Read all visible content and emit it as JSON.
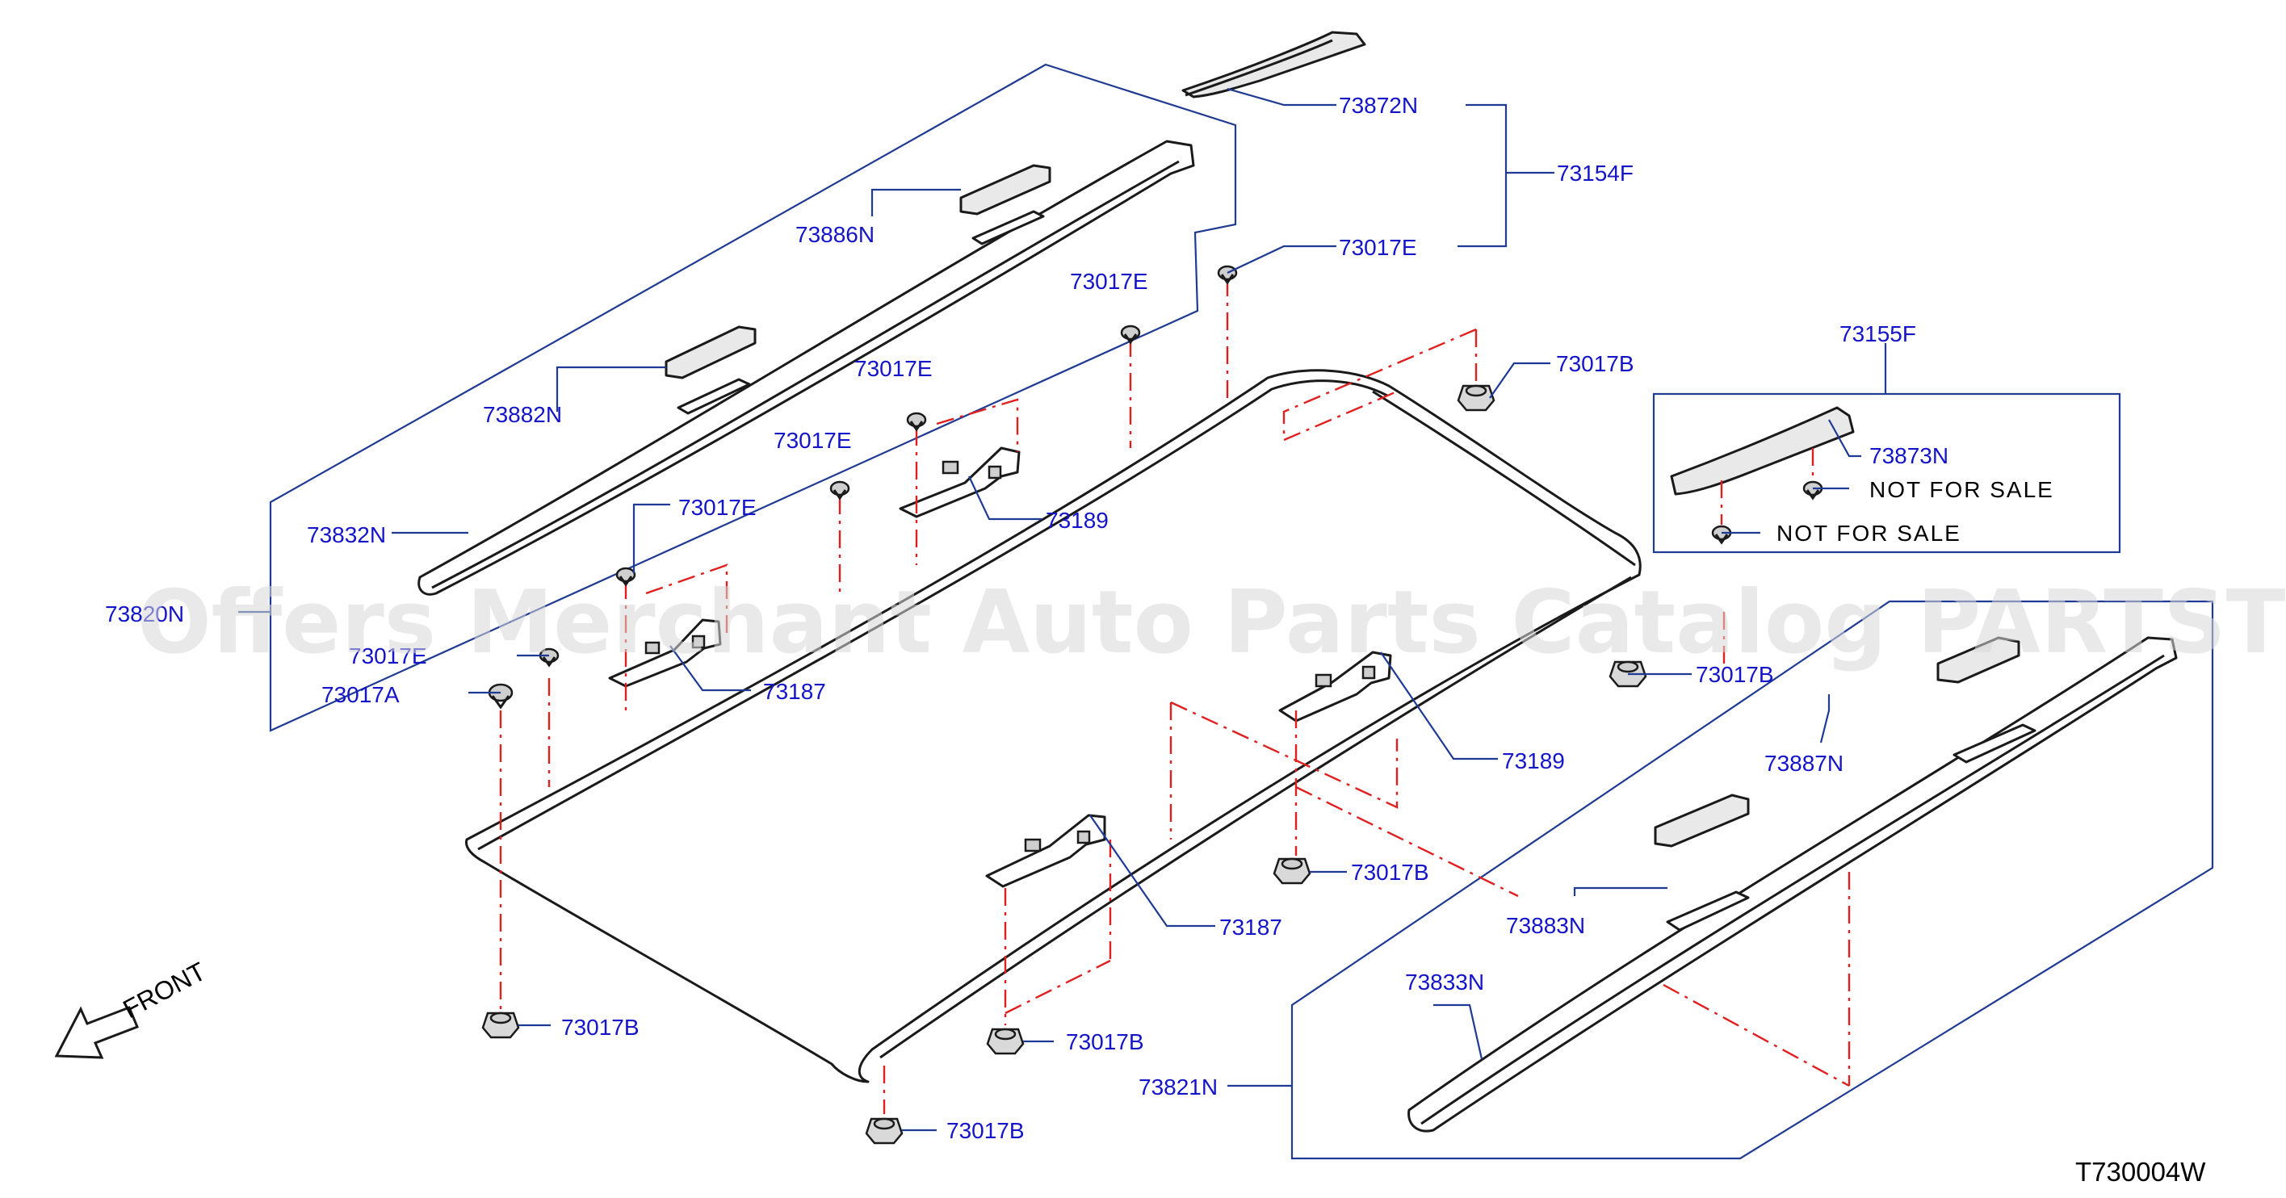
{
  "watermark": "Offers Merchant Auto Parts Catalog PARTSTORE.SA",
  "diagram_code": "T730004W",
  "front_label": "FRONT",
  "group_labels": {
    "left_rail_group": "73820N",
    "right_rail_group": "73821N",
    "front_cover_group": "73154F",
    "side_cover_group": "73155F"
  },
  "part_labels": {
    "p73872N": "73872N",
    "p73017E_top": "73017E",
    "p73886N": "73886N",
    "p73882N": "73882N",
    "p73832N": "73832N",
    "p73017E_a": "73017E",
    "p73017E_b": "73017E",
    "p73017E_c": "73017E",
    "p73017E_d": "73017E",
    "p73017E_e": "73017E",
    "p73017A": "73017A",
    "p73189_top": "73189",
    "p73187_top": "73187",
    "p73017B_tr": "73017B",
    "p73017B_mid": "73017B",
    "p73189_mid": "73189",
    "p73187_bot": "73187",
    "p73017B_center": "73017B",
    "p73017B_left": "73017B",
    "p73017B_bl2": "73017B",
    "p73017B_bottom": "73017B",
    "p73873N": "73873N",
    "p73887N": "73887N",
    "p73883N": "73883N",
    "p73833N": "73833N"
  },
  "not_for_sale": [
    "NOT  FOR  SALE",
    "NOT  FOR  SALE"
  ],
  "colors": {
    "label_blue": "#1414c8",
    "leader_blue": "#1f3a93",
    "centerline_red": "#e02020",
    "part_outline": "#1a1a1a"
  }
}
